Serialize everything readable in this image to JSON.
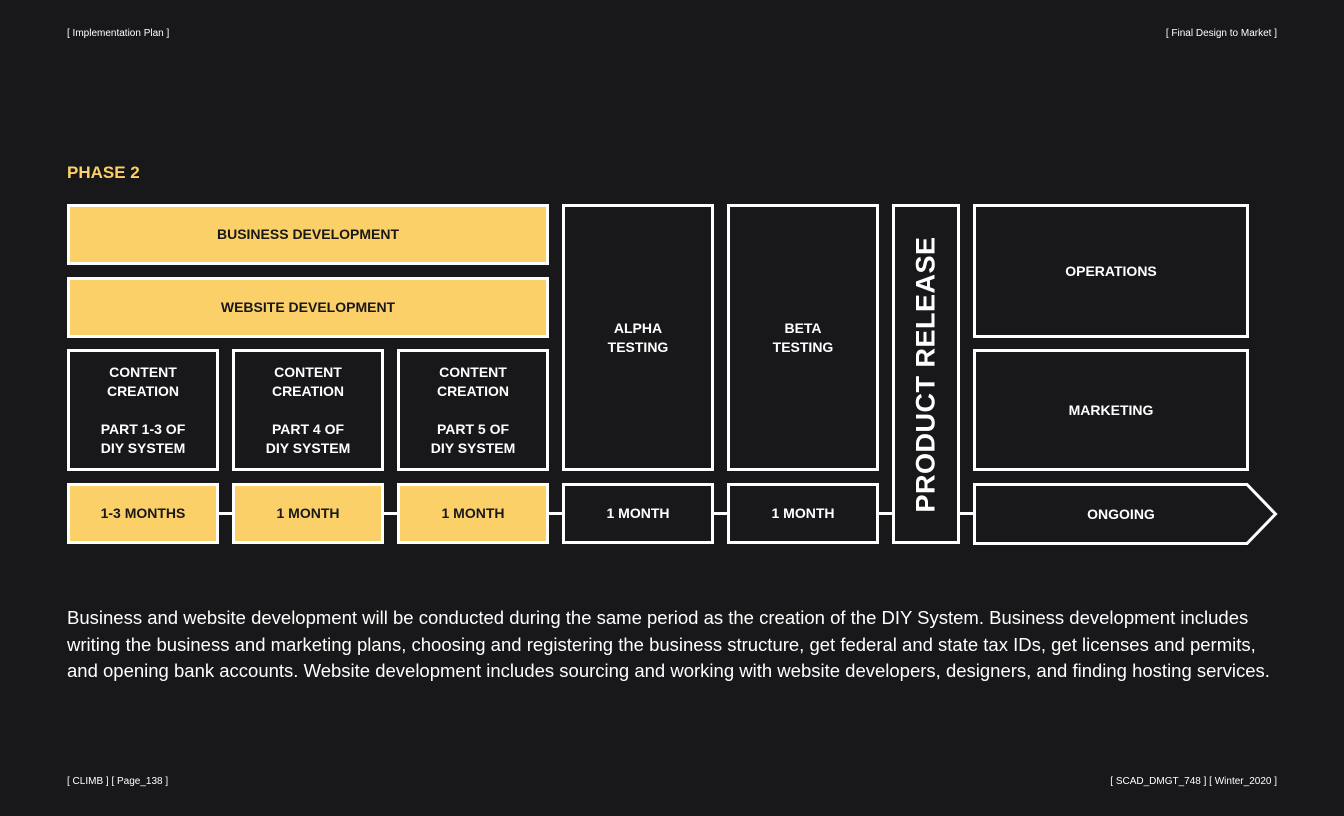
{
  "header": {
    "left": "[ Implementation Plan ]",
    "right": "[ Final Design to Market  ]"
  },
  "phase_title": "PHASE 2",
  "blocks": {
    "business_development": "BUSINESS DEVELOPMENT",
    "website_development": "WEBSITE DEVELOPMENT",
    "content_1": {
      "line1": "CONTENT",
      "line2": "CREATION",
      "line3": "PART 1-3 OF",
      "line4": "DIY SYSTEM"
    },
    "content_2": {
      "line1": "CONTENT",
      "line2": "CREATION",
      "line3": "PART 4 OF",
      "line4": "DIY SYSTEM"
    },
    "content_3": {
      "line1": "CONTENT",
      "line2": "CREATION",
      "line3": "PART 5 OF",
      "line4": "DIY SYSTEM"
    },
    "alpha": {
      "line1": "ALPHA",
      "line2": "TESTING"
    },
    "beta": {
      "line1": "BETA",
      "line2": "TESTING"
    },
    "product_release": "PRODUCT RELEASE",
    "operations": "OPERATIONS",
    "marketing": "MARKETING"
  },
  "timeline": [
    {
      "label": "1-3 MONTHS",
      "highlight": true
    },
    {
      "label": "1 MONTH",
      "highlight": true
    },
    {
      "label": "1 MONTH",
      "highlight": true
    },
    {
      "label": "1 MONTH",
      "highlight": false
    },
    {
      "label": "1 MONTH",
      "highlight": false
    },
    {
      "label": "ONGOING",
      "highlight": false
    }
  ],
  "description": "Business and website development will be conducted during the same period as the creation of the DIY System. Business development includes writing the business and marketing plans, choosing and registering the business structure, get federal and state tax IDs, get licenses and permits, and opening bank accounts. Website development includes sourcing and working with website developers, designers, and finding hosting services.",
  "footer": {
    "left": "[ CLIMB ] [ Page_138 ]",
    "right": "[ SCAD_DMGT_748 ] [ Winter_2020 ]"
  },
  "colors": {
    "background": "#18181a",
    "accent_yellow": "#fcd068",
    "line": "#ffffff"
  }
}
